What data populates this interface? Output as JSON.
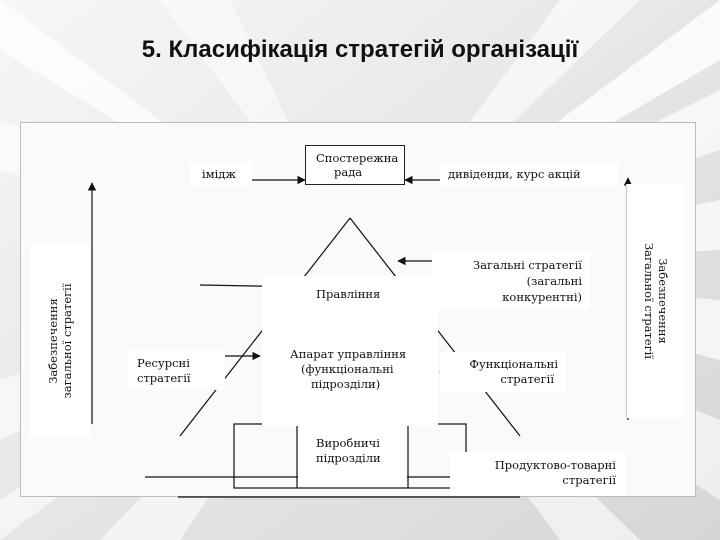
{
  "title": "5. Класифікація стратегій організації",
  "nodes": {
    "observer_line1": "Спостережна",
    "observer_line2": "рада",
    "image": "імідж",
    "dividends": "дивіденди, курс акцій",
    "board": "Правління",
    "general_line1": "Загальні стратегії",
    "general_line2": "(загальні",
    "general_line3": "конкурентні)",
    "apparatus_line1": "Апарат управління",
    "apparatus_line2": "(функціональні",
    "apparatus_line3": "підрозділи)",
    "resource_line1": "Ресурсні",
    "resource_line2": "стратегії",
    "functional_line1": "Функціональні",
    "functional_line2": "стратегії",
    "production_line1": "Виробничі",
    "production_line2": "підрозділи",
    "product_line1": "Продуктово-товарні",
    "product_line2": "стратегії",
    "left_vertical_line1": "Забезпечення",
    "left_vertical_line2": "загальної стратегії",
    "right_vertical_line1": "Забезпечення",
    "right_vertical_line2": "Загальної стратегії"
  }
}
